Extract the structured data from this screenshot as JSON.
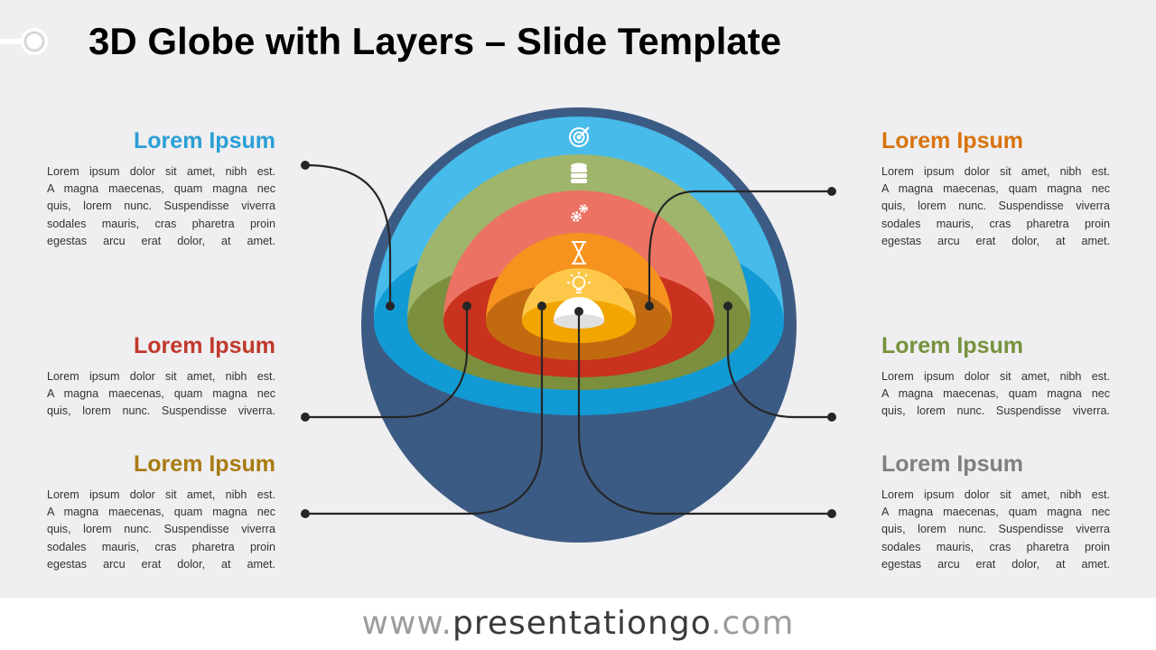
{
  "title": "3D Globe with Layers – Slide Template",
  "colors": {
    "globe_dark": "#3c5b84",
    "layer_blue": "#47bbea",
    "layer_green": "#9fb56c",
    "layer_red": "#ec7363",
    "layer_orange": "#f6921e",
    "layer_yellow": "#fdc84a",
    "core_white": "#ffffff"
  },
  "blocks": [
    {
      "side": "left",
      "heading": "Lorem Ipsum",
      "color": "#2a9fd6",
      "lines": [
        "Lorem ipsum dolor sit amet, nibh est.",
        "A magna maecenas, quam magna nec",
        "quis, lorem nunc. Suspendisse viverra",
        "sodales mauris, cras pharetra proin",
        "egestas arcu erat dolor, at amet."
      ]
    },
    {
      "side": "left",
      "heading": "Lorem Ipsum",
      "color": "#c0392b",
      "lines": [
        "Lorem ipsum dolor sit amet, nibh est.",
        "A magna maecenas, quam magna nec",
        "quis, lorem nunc. Suspendisse viverra."
      ]
    },
    {
      "side": "left",
      "heading": "Lorem Ipsum",
      "color": "#a87b12",
      "lines": [
        "Lorem ipsum dolor sit amet, nibh est.",
        "A magna maecenas, quam magna nec",
        "quis, lorem nunc. Suspendisse viverra",
        "sodales mauris, cras pharetra proin",
        "egestas arcu erat dolor, at amet."
      ]
    },
    {
      "side": "right",
      "heading": "Lorem Ipsum",
      "color": "#d9730d",
      "lines": [
        "Lorem ipsum dolor sit amet, nibh est.",
        "A magna maecenas, quam magna nec",
        "quis, lorem nunc. Suspendisse viverra",
        "sodales mauris, cras pharetra proin",
        "egestas arcu erat dolor, at amet."
      ]
    },
    {
      "side": "right",
      "heading": "Lorem Ipsum",
      "color": "#76923c",
      "lines": [
        "Lorem ipsum dolor sit amet, nibh est.",
        "A magna maecenas, quam magna nec",
        "quis, lorem nunc. Suspendisse viverra."
      ]
    },
    {
      "side": "right",
      "heading": "Lorem Ipsum",
      "color": "#7f7f7f",
      "lines": [
        "Lorem ipsum dolor sit amet, nibh est.",
        "A magna maecenas, quam magna nec",
        "quis, lorem nunc. Suspendisse viverra",
        "sodales mauris, cras pharetra proin",
        "egestas arcu erat dolor, at amet."
      ]
    }
  ],
  "layer_icons": [
    "target-icon",
    "database-icon",
    "gears-icon",
    "hourglass-icon",
    "lightbulb-icon"
  ],
  "footer": {
    "url_prefix": "www.",
    "url_main": "presentationgo",
    "url_suffix": ".com"
  }
}
